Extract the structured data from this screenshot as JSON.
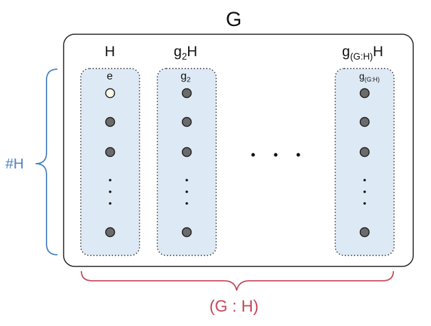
{
  "group_label": "G",
  "columns": [
    {
      "title": {
        "base": "H",
        "sub": "",
        "tail": ""
      },
      "first_element": {
        "base": "e",
        "sub": ""
      },
      "identity_highlighted": true
    },
    {
      "title": {
        "base": "g",
        "sub": "2",
        "tail": "H"
      },
      "first_element": {
        "base": "g",
        "sub": "2"
      },
      "identity_highlighted": false
    },
    {
      "title": {
        "base": "g",
        "sub": "(G:H)",
        "tail": "H"
      },
      "first_element": {
        "base": "g",
        "sub": "(G:H)"
      },
      "identity_highlighted": false
    }
  ],
  "horizontal_ellipsis": "· · ·",
  "vertical_ellipsis": "⋮",
  "order_label": "#H",
  "index_label": "(G : H)",
  "colors": {
    "coset_fill": "#dde9f4",
    "dot_fill": "#6b6b6b",
    "identity_fill": "#fbfbe8",
    "order_brace": "#4a83c0",
    "index_brace": "#c4485a"
  }
}
